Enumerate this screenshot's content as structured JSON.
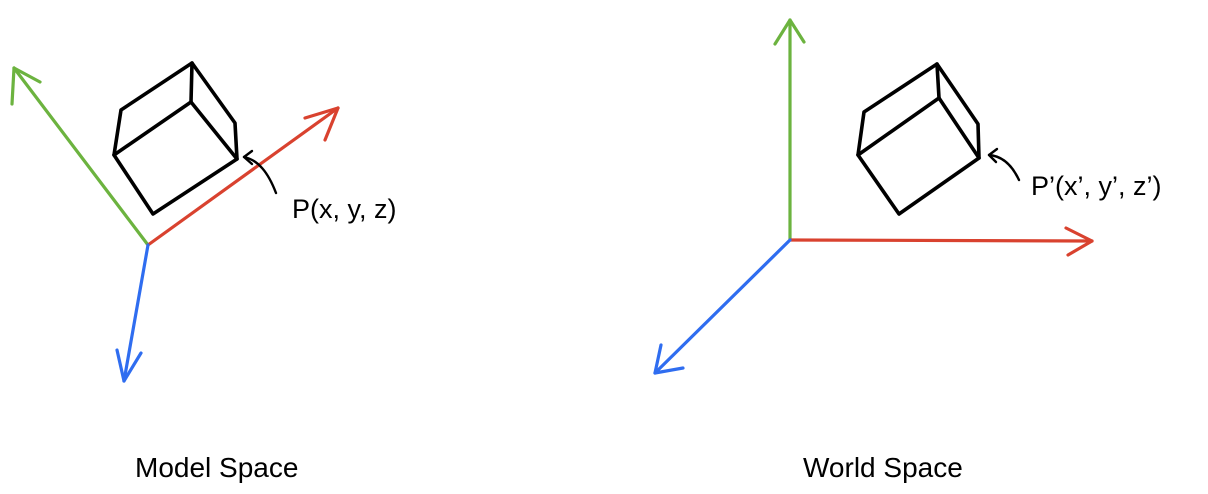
{
  "diagram": {
    "model_space": {
      "title": "Model Space",
      "point_label": "P(x, y, z)"
    },
    "world_space": {
      "title": "World Space",
      "point_label": "P’(x’, y’, z’)"
    },
    "colors": {
      "x_axis": "#d9422f",
      "y_axis": "#6cb33f",
      "z_axis": "#2f6df0",
      "cube": "#000000"
    }
  }
}
